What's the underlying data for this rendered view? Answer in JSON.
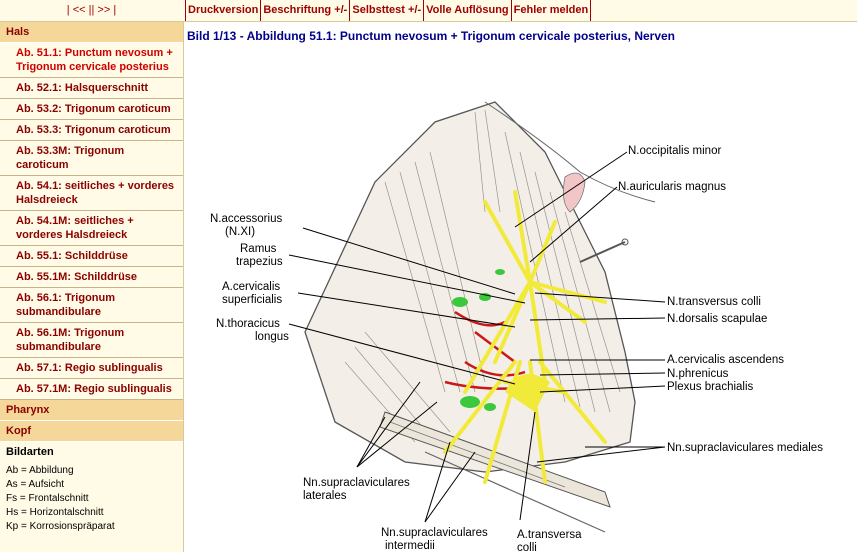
{
  "nav": {
    "prev_prev": "<<",
    "next": ">>",
    "sep": "|"
  },
  "toolbar": {
    "print": "Druckversion",
    "labels": "Beschriftung +/-",
    "selftest": "Selbsttest +/-",
    "fullres": "Volle Auflösung",
    "report": "Fehler melden"
  },
  "sidebar": {
    "section_hals": "Hals",
    "items": [
      "Ab. 51.1: Punctum nevosum + Trigonum cervicale posterius",
      "Ab. 52.1: Halsquerschnitt",
      "Ab. 53.2: Trigonum caroticum",
      "Ab. 53.3: Trigonum caroticum",
      "Ab. 53.3M: Trigonum caroticum",
      "Ab. 54.1: seitliches + vorderes Halsdreieck",
      "Ab. 54.1M: seitliches + vorderes Halsdreieck",
      "Ab. 55.1: Schilddrüse",
      "Ab. 55.1M: Schilddrüse",
      "Ab. 56.1: Trigonum submandibulare",
      "Ab. 56.1M: Trigonum submandibulare",
      "Ab. 57.1: Regio sublingualis",
      "Ab. 57.1M: Regio sublingualis"
    ],
    "section_pharynx": "Pharynx",
    "section_kopf": "Kopf",
    "legend_title": "Bildarten",
    "legend": [
      "Ab = Abbildung",
      "As = Aufsicht",
      "Fs = Frontalschnitt",
      "Hs = Horizontalschnitt",
      "Kp = Korrosionspräparat"
    ]
  },
  "figure": {
    "title": "Bild 1/13 - Abbildung 51.1: Punctum nevosum + Trigonum cervicale posterius, Nerven",
    "labels": {
      "occipitalis_minor": "N.occipitalis minor",
      "auricularis_magnus": "N.auricularis magnus",
      "accessorius_1": "N.accessorius",
      "accessorius_2": "(N.XI)",
      "ramus_1": "Ramus",
      "ramus_2": "trapezius",
      "cervicalis_sup_1": "A.cervicalis",
      "cervicalis_sup_2": "superficialis",
      "thoracicus_1": "N.thoracicus",
      "thoracicus_2": "longus",
      "transversus_colli": "N.transversus colli",
      "dorsalis_scapulae": "N.dorsalis scapulae",
      "cervicalis_ascendens": "A.cervicalis ascendens",
      "phrenicus": "N.phrenicus",
      "plexus": "Plexus brachialis",
      "supra_mediales": "Nn.supraclaviculares mediales",
      "supra_lat_1": "Nn.supraclaviculares",
      "supra_lat_2": "laterales",
      "supra_int_1": "Nn.supraclaviculares",
      "supra_int_2": "intermedii",
      "transversa_1": "A.transversa",
      "transversa_2": "colli"
    }
  },
  "colors": {
    "brand_red": "#a00000",
    "title_blue": "#00008b",
    "sidebar_bg": "#fffbe6",
    "section_bg": "#f5d79a",
    "nerve_yellow": "#f2ea3a",
    "artery_red": "#c81818",
    "vein_green": "#3cc83c"
  }
}
